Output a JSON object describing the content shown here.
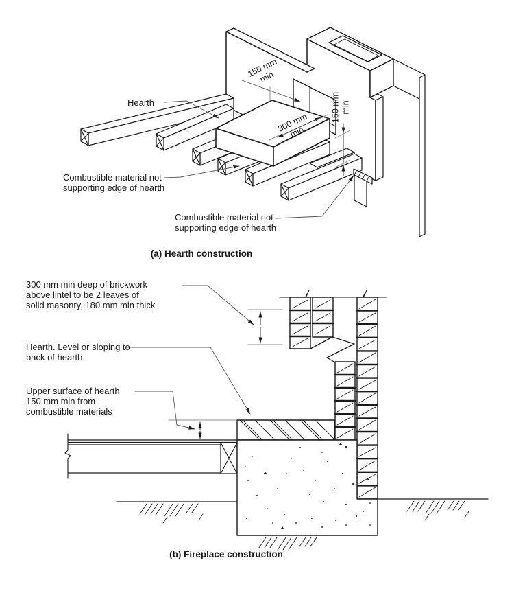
{
  "diagram_a": {
    "caption": "(a) Hearth construction",
    "labels": {
      "hearth": "Hearth",
      "combustible_top": "Combustible material not\nsupporting edge of hearth",
      "combustible_bottom": "Combustible material not\nsupporting edge of hearth"
    },
    "dimensions": {
      "opening_side": "150 mm\nmin",
      "hearth_projection": "300 mm\nmin",
      "hearth_clearance": "150 mm\nmin"
    }
  },
  "diagram_b": {
    "caption": "(b) Fireplace construction",
    "labels": {
      "brickwork": "300 mm min deep of brickwork\nabove lintel to be 2 leaves of\nsolid masonry, 180 mm min thick",
      "hearth_level": "Hearth. Level or sloping to\nback of hearth.",
      "upper_surface": "Upper surface of hearth\n150 mm min from\ncombustible materials"
    }
  },
  "colors": {
    "ink": "#1a1a1a",
    "leader": "#555555",
    "extension": "#8c8c8c",
    "paper": "#ffffff"
  }
}
